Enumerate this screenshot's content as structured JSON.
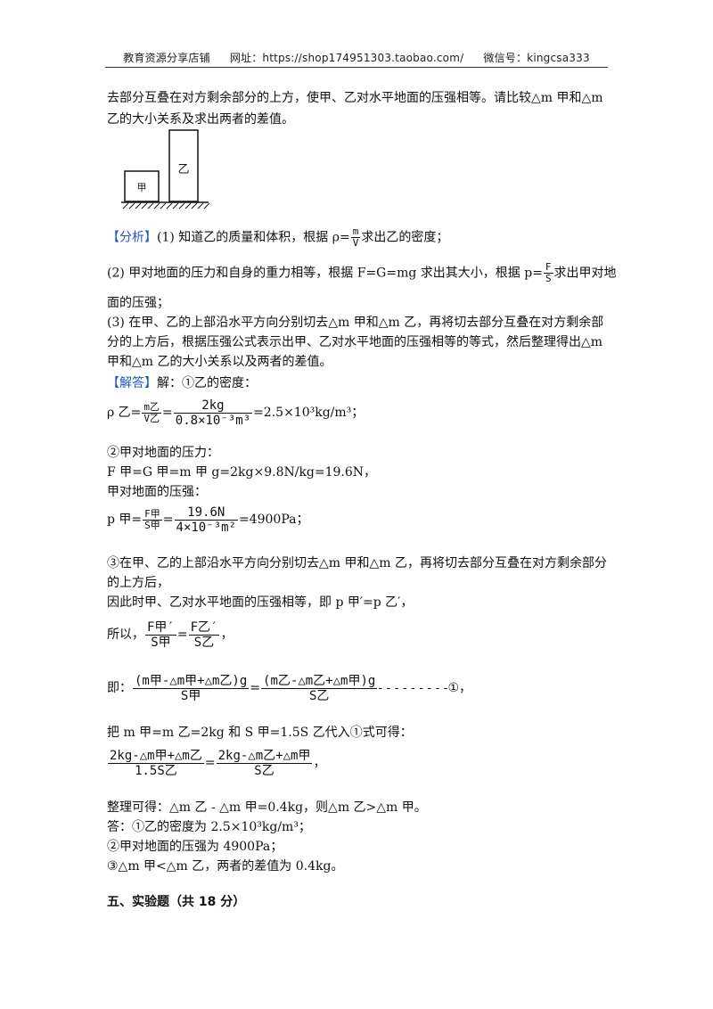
{
  "header": {
    "shop": "教育资源分享店铺",
    "site": "网址：https://shop174951303.taobao.com/",
    "wechat": "微信号：kingcsa333"
  },
  "question": {
    "line1": "去部分互叠在对方剩余部分的上方，使甲、乙对水平地面的压强相等。请比较△m 甲和△m",
    "line2": "乙的大小关系及求出两者的差值。"
  },
  "figure": {
    "block_a": "甲",
    "block_b": "乙"
  },
  "analysis": {
    "tag": "【分析】",
    "p1_pre": "(1) 知道乙的质量和体积，根据 ρ=",
    "p1_num": "m",
    "p1_den": "V",
    "p1_post": "求出乙的密度；",
    "p2_pre": "(2) 甲对地面的压力和自身的重力相等，根据 F=G=mg 求出其大小，根据 p=",
    "p2_num": "F",
    "p2_den": "S",
    "p2_post": "求出甲对地",
    "p2_cont": "面的压强；",
    "p3_l1": "(3) 在甲、乙的上部沿水平方向分别切去△m 甲和△m 乙，再将切去部分互叠在对方剩余部",
    "p3_l2": "分的上方后，根据压强公式表示出甲、乙对水平地面的压强相等的等式，然后整理得出△m",
    "p3_l3": "甲和△m 乙的大小关系以及两者的差值。"
  },
  "solution": {
    "tag": "【解答】",
    "intro": "解：①乙的密度：",
    "rho_lhs": "ρ 乙=",
    "rho_f1_num": "m乙",
    "rho_f1_den": "V乙",
    "rho_f2_num": "2kg",
    "rho_f2_den": "0.8×10⁻³m³",
    "rho_result": "=2.5×10³kg/m³；",
    "step2": "②甲对地面的压力：",
    "force": "F 甲=G 甲=m 甲 g=2kg×9.8N/kg=19.6N，",
    "pressure_label": "甲对地面的压强：",
    "p_lhs": "p 甲=",
    "p_f1_num": "F甲",
    "p_f1_den": "S甲",
    "p_f2_num": "19.6N",
    "p_f2_den": "4×10⁻³m²",
    "p_result": "=4900Pa；",
    "step3_l1": "③在甲、乙的上部沿水平方向分别切去△m 甲和△m 乙，再将切去部分互叠在对方剩余部分",
    "step3_l2": "的上方后，",
    "step3_l3": "因此时甲、乙对水平地面的压强相等，即 p 甲′=p 乙′，",
    "so_label": "所以，",
    "so_f1_num": "F甲′",
    "so_f1_den": "S甲",
    "so_f2_num": "F乙′",
    "so_f2_den": "S乙",
    "so_end": "，",
    "ji_label": "即：",
    "ji_f1_num": "(m甲-△m甲+△m乙)g",
    "ji_f1_den": "S甲",
    "ji_f2_num": "(m乙-△m乙+△m甲)g",
    "ji_f2_den": "S乙",
    "ji_end": "- - - - - - - - -①，",
    "sub_line": "把 m 甲=m 乙=2kg 和 S 甲=1.5S 乙代入①式可得：",
    "sub_f1_num": "2kg-△m甲+△m乙",
    "sub_f1_den": "1.5S乙",
    "sub_f2_num": "2kg-△m乙+△m甲",
    "sub_f2_den": "S乙",
    "sub_end": "，",
    "simplify": "整理可得：△m 乙 - △m 甲=0.4kg，则△m 乙>△m 甲。",
    "ans1": "答：①乙的密度为 2.5×10³kg/m³；",
    "ans2": "②甲对地面的压强为 4900Pa；",
    "ans3": "③△m 甲<△m 乙，两者的差值为 0.4kg。"
  },
  "section": {
    "title": "五、实验题（共 18 分）"
  }
}
